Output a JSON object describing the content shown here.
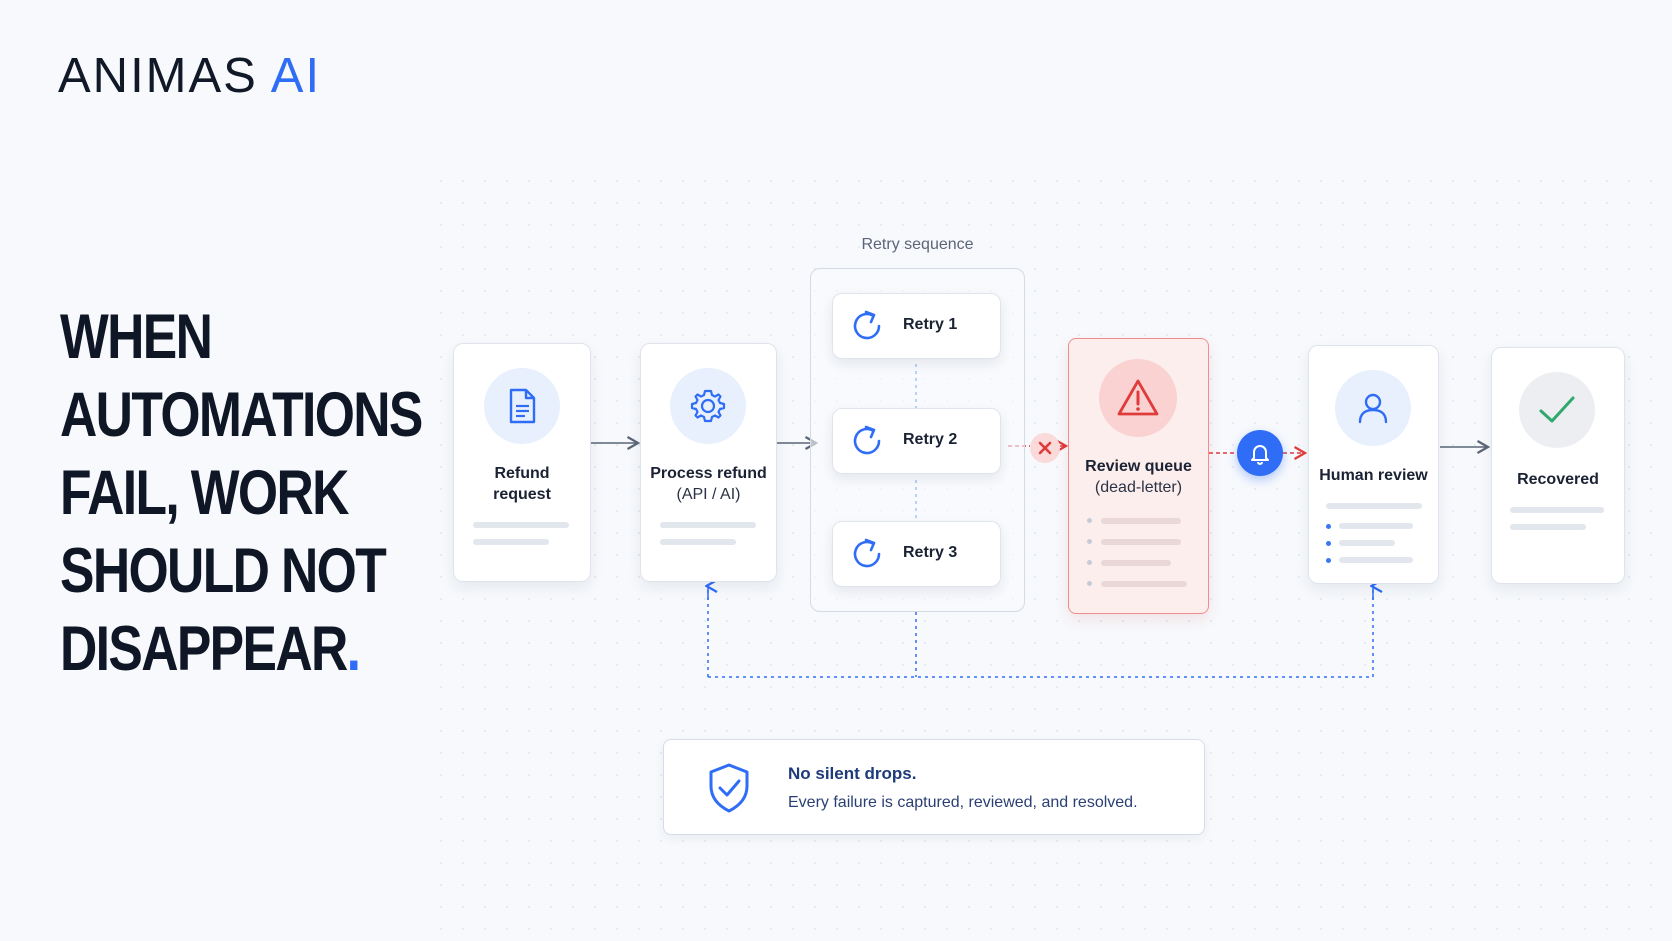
{
  "brand": {
    "name": "ANIMAS",
    "accent": "AI"
  },
  "headline": {
    "lines": [
      "WHEN",
      "AUTOMATIONS",
      "FAIL, WORK",
      "SHOULD NOT",
      "DISAPPEAR"
    ],
    "end_mark": "."
  },
  "flow": {
    "refund_request": {
      "title_line1": "Refund",
      "title_line2": "request",
      "icon": "document-icon"
    },
    "process_refund": {
      "title": "Process refund",
      "subtitle": "(API / AI)",
      "icon": "gear-icon"
    },
    "retry_sequence": {
      "label": "Retry sequence",
      "retries": [
        "Retry 1",
        "Retry 2",
        "Retry 3"
      ],
      "icon": "refresh-icon"
    },
    "review_queue": {
      "title": "Review queue",
      "subtitle": "(dead-letter)",
      "icon": "warning-icon"
    },
    "human_review": {
      "title": "Human review",
      "icon": "user-icon"
    },
    "recovered": {
      "title": "Recovered",
      "icon": "check-icon"
    }
  },
  "note": {
    "title": "No silent drops.",
    "text": "Every failure is captured, reviewed, and resolved.",
    "icon": "shield-check-icon"
  },
  "colors": {
    "accent": "#2f6df6",
    "error": "#e03b3b",
    "text": "#0f1726",
    "note_text": "#1d3a7a"
  }
}
